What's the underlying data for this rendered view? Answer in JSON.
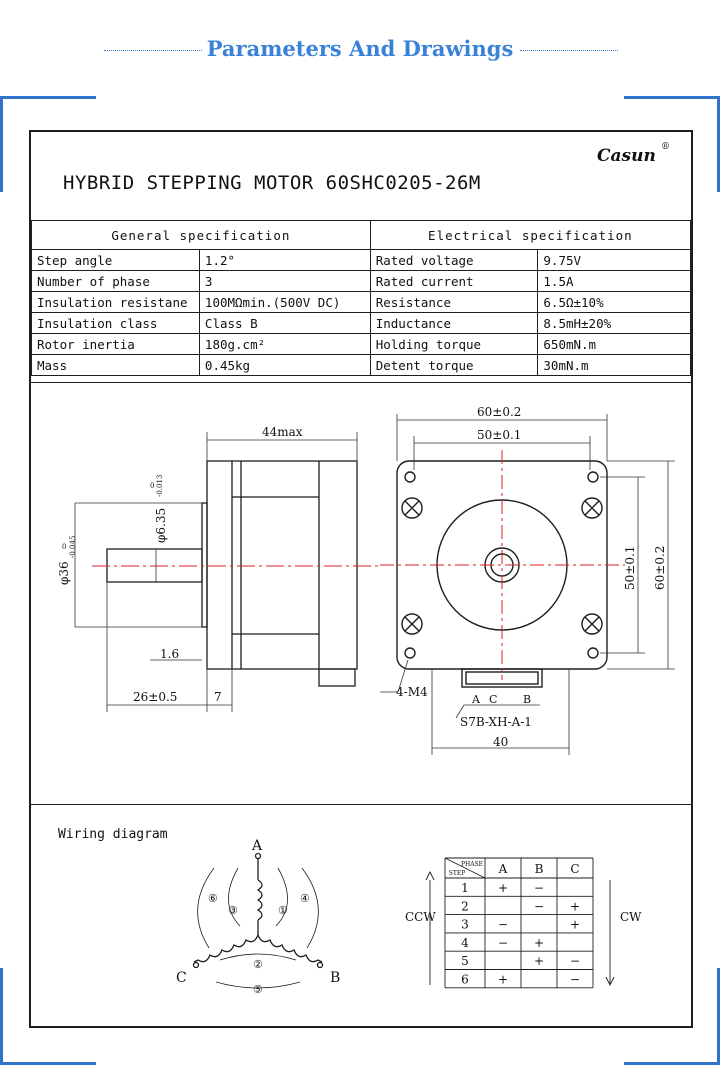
{
  "page_header": {
    "title": "Parameters And Drawings"
  },
  "sheet": {
    "motor_title": "HYBRID STEPPING MOTOR  60SHC0205-26M",
    "brand": "Casun",
    "brand_mark": "®"
  },
  "spec": {
    "general_header": "General  specification",
    "electrical_header": "Electrical  specification",
    "rows": [
      {
        "g_label": "Step angle",
        "g_value": "1.2°",
        "e_label": "Rated voltage",
        "e_value": "9.75V"
      },
      {
        "g_label": "Number of phase",
        "g_value": "3",
        "e_label": "Rated current",
        "e_value": "1.5A"
      },
      {
        "g_label": "Insulation resistane",
        "g_value": "100MΩmin.(500V DC)",
        "e_label": "Resistance",
        "e_value": "6.5Ω±10%"
      },
      {
        "g_label": "Insulation class",
        "g_value": "Class B",
        "e_label": "Inductance",
        "e_value": "8.5mH±20%"
      },
      {
        "g_label": "Rotor inertia",
        "g_value": "180g.cm²",
        "e_label": "Holding torque",
        "e_value": "650mN.m"
      },
      {
        "g_label": "Mass",
        "g_value": "0.45kg",
        "e_label": "Detent torque",
        "e_value": "30mN.m"
      }
    ]
  },
  "drawing": {
    "dim_44max": "44max",
    "dim_shaft": "φ6.35",
    "dim_shaft_tol": "-0.013",
    "dim_shaft_tol_top": "0",
    "dim_boss": "φ36",
    "dim_boss_tol": "-0.045",
    "dim_boss_tol_top": "0",
    "dim_1_6": "1.6",
    "dim_26": "26±0.5",
    "dim_7": "7",
    "dim_60_top": "60±0.2",
    "dim_50_top": "50±0.1",
    "dim_50_side": "50±0.1",
    "dim_60_side": "60±0.2",
    "holes": "4-M4",
    "conn_a": "A",
    "conn_c": "C",
    "conn_b": "B",
    "connector": "S7B-XH-A-1",
    "dim_40": "40"
  },
  "wiring": {
    "title": "Wiring diagram",
    "node_a": "A",
    "node_b": "B",
    "node_c": "C",
    "arrows": [
      "①",
      "②",
      "③",
      "④",
      "⑤",
      "⑥"
    ],
    "ccw": "CCW",
    "cw": "CW",
    "table_phase": "PHASE",
    "table_step": "STEP",
    "phases": [
      "A",
      "B",
      "C"
    ],
    "steps": [
      {
        "n": "1",
        "a": "+",
        "b": "−",
        "c": ""
      },
      {
        "n": "2",
        "a": "",
        "b": "−",
        "c": "+"
      },
      {
        "n": "3",
        "a": "−",
        "b": "",
        "c": "+"
      },
      {
        "n": "4",
        "a": "−",
        "b": "+",
        "c": ""
      },
      {
        "n": "5",
        "a": "",
        "b": "+",
        "c": "−"
      },
      {
        "n": "6",
        "a": "+",
        "b": "",
        "c": "−"
      }
    ]
  }
}
